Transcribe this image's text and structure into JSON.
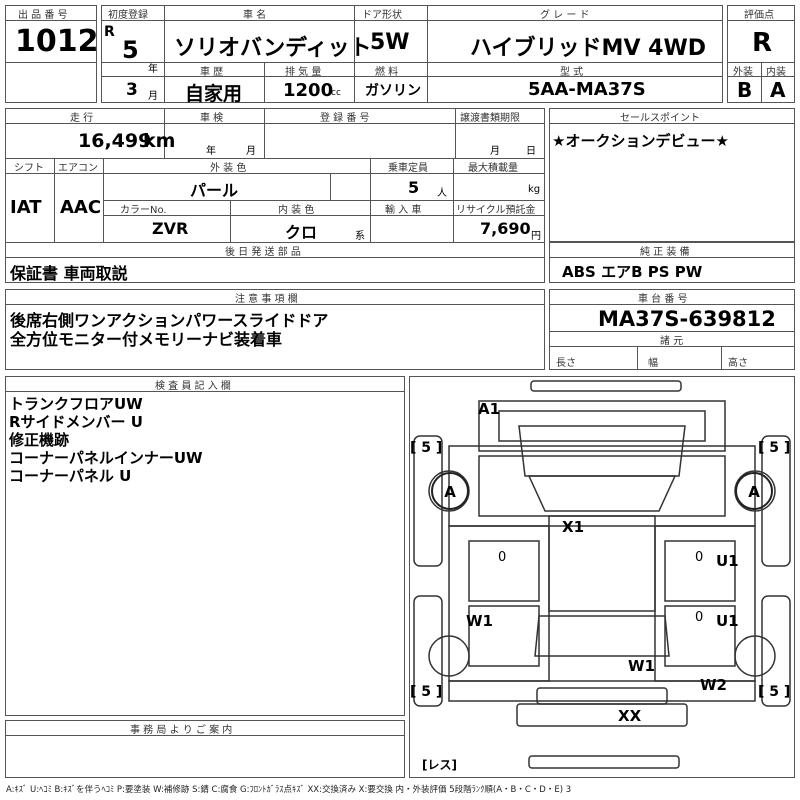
{
  "header": {
    "lot_label": "出 品 番 号",
    "lot_no": "1012",
    "first_reg_label": "初度登録",
    "era_letter": "R",
    "year": "5",
    "year_unit": "年",
    "month": "3",
    "month_unit": "月",
    "carname_label": "車 名",
    "carname": "ソリオバンディット",
    "door_label": "ドア形状",
    "door": "5W",
    "grade_label": "グ レ ー ド",
    "grade": "ハイブリッドMV 4WD",
    "score_label": "評価点",
    "score": "R",
    "history_label": "車 歴",
    "history": "自家用",
    "displacement_label": "排 気 量",
    "displacement": "1200",
    "displacement_unit": "cc",
    "fuel_label": "燃 料",
    "fuel": "ガソリン",
    "model_label": "型 式",
    "model": "5AA-MA37S",
    "ext_label": "外装",
    "ext_score": "B",
    "int_label": "内装",
    "int_score": "A"
  },
  "row2": {
    "mileage_label": "走 行",
    "mileage": "16,499",
    "mileage_unit": "km",
    "inspection_label": "車 検",
    "insp_year_unit": "年",
    "insp_month_unit": "月",
    "regno_label": "登 録 番 号",
    "transfer_label": "譲渡書類期限",
    "transfer_month": "月",
    "transfer_day": "日",
    "selling_label": "セールスポイント",
    "selling_text": "★オークションデビュー★",
    "shift_label": "シフト",
    "shift": "IAT",
    "ac_label": "エアコン",
    "ac": "AAC",
    "color_label": "外 装 色",
    "color": "パール",
    "capacity_label": "乗車定員",
    "capacity": "5",
    "capacity_unit": "人",
    "maxload_label": "最大積載量",
    "maxload_unit": "kg",
    "colorno_label": "カラーNo.",
    "colorno": "ZVR",
    "int_color_label": "内 装 色",
    "int_color": "クロ",
    "int_color_unit": "系",
    "import_label": "輸 入 車",
    "recycle_label": "リサイクル預託金",
    "recycle": "7,690",
    "recycle_unit": "円",
    "later_label": "後 日 発 送 部 品",
    "later_text": "保証書 車両取説",
    "genuine_label": "純 正 装 備",
    "genuine_text": "ABS エアB PS PW"
  },
  "notes": {
    "caution_label": "注 意 事 項 欄",
    "line1": "後席右側ワンアクションパワースライドドア",
    "line2": "全方位モニター付メモリーナビ装着車",
    "chassis_label": "車 台 番 号",
    "chassis": "MA37S-639812",
    "dims_label": "諸 元",
    "length_label": "長さ",
    "width_label": "幅",
    "height_label": "高さ"
  },
  "inspector": {
    "label": "検 査 員 記 入 欄",
    "lines": [
      "トランクフロアUW",
      "Rサイドメンバー U",
      "修正機跡",
      "コーナーパネルインナーUW",
      "コーナーパネル U"
    ]
  },
  "diagram": {
    "A1": "A1",
    "X1": "X1",
    "U1a": "U1",
    "U1b": "U1",
    "W1a": "W1",
    "W1b": "W1",
    "W2": "W2",
    "XX": "XX",
    "tire_fl": "A",
    "tire_fr": "A",
    "bracket_tl": "[ 5 ]",
    "bracket_tr": "[ 5 ]",
    "bracket_bl": "[ 5 ]",
    "bracket_br": "[ 5 ]",
    "mark_l": "0",
    "mark_r1": "0",
    "mark_r2": "0",
    "spare": "[レス]"
  },
  "office": {
    "label": "事 務 局 よ り ご 案 内"
  },
  "legend": "A:ｷｽﾞ U:ﾍｺﾐ B:ｷｽﾞを伴うﾍｺﾐ P:要塗装 W:補修跡 S:錆 C:腐食 G:ﾌﾛﾝﾄｶﾞﾗｽ点ｷｽﾞ XX:交換済み X:要交換 内・外装評価 5段階ﾗﾝｸ順(A・B・C・D・E) 3"
}
